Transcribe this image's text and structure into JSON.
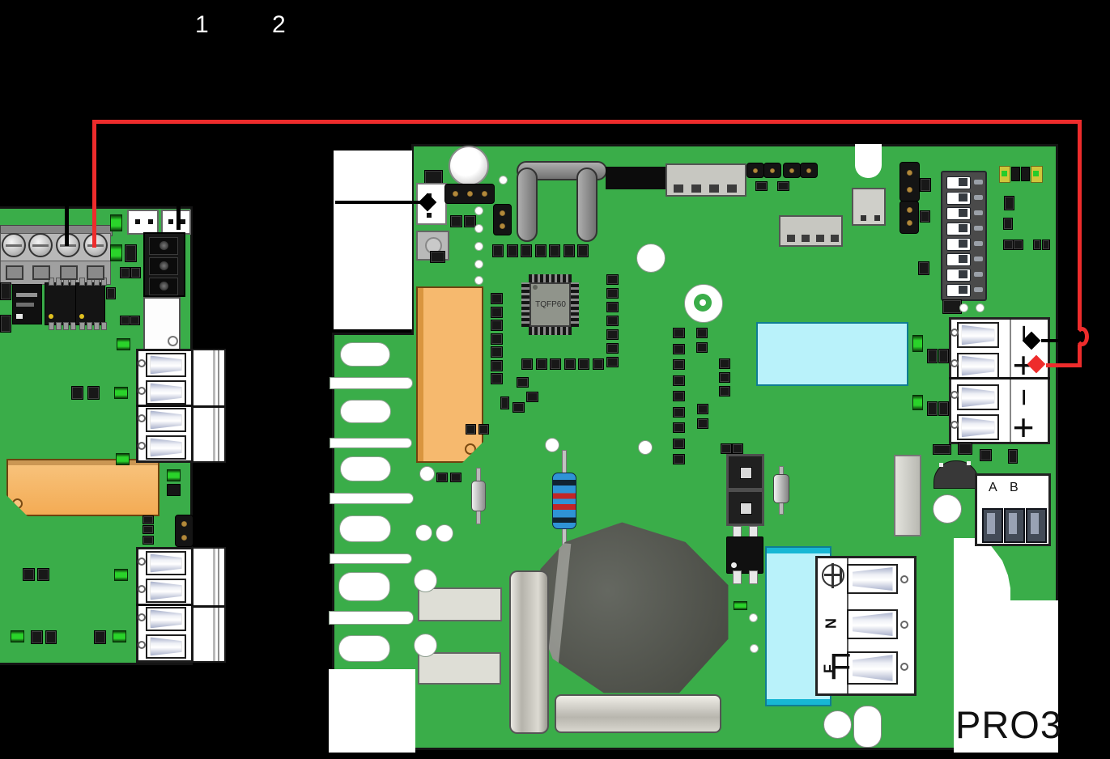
{
  "colors": {
    "board_green": "#3aad49",
    "wire_red": "#ee2c2c",
    "relay_cyan": "#b9f2fa",
    "relay_orange": "#f5b468"
  },
  "annotations": {
    "wire_label_1": "1",
    "wire_label_2": "2",
    "f_label": "F",
    "board_name": "PRO3"
  },
  "right_board": {
    "mcu_label": "TQFP60",
    "dip_switch": {
      "positions": 8
    },
    "power_terminal": {
      "minus": "−",
      "plus": "+"
    },
    "comm_terminal": {
      "a": "A",
      "b": "B"
    },
    "mains_terminal": {
      "earth_icon": "earth-ground-icon",
      "neutral": "N",
      "line": "F"
    }
  }
}
